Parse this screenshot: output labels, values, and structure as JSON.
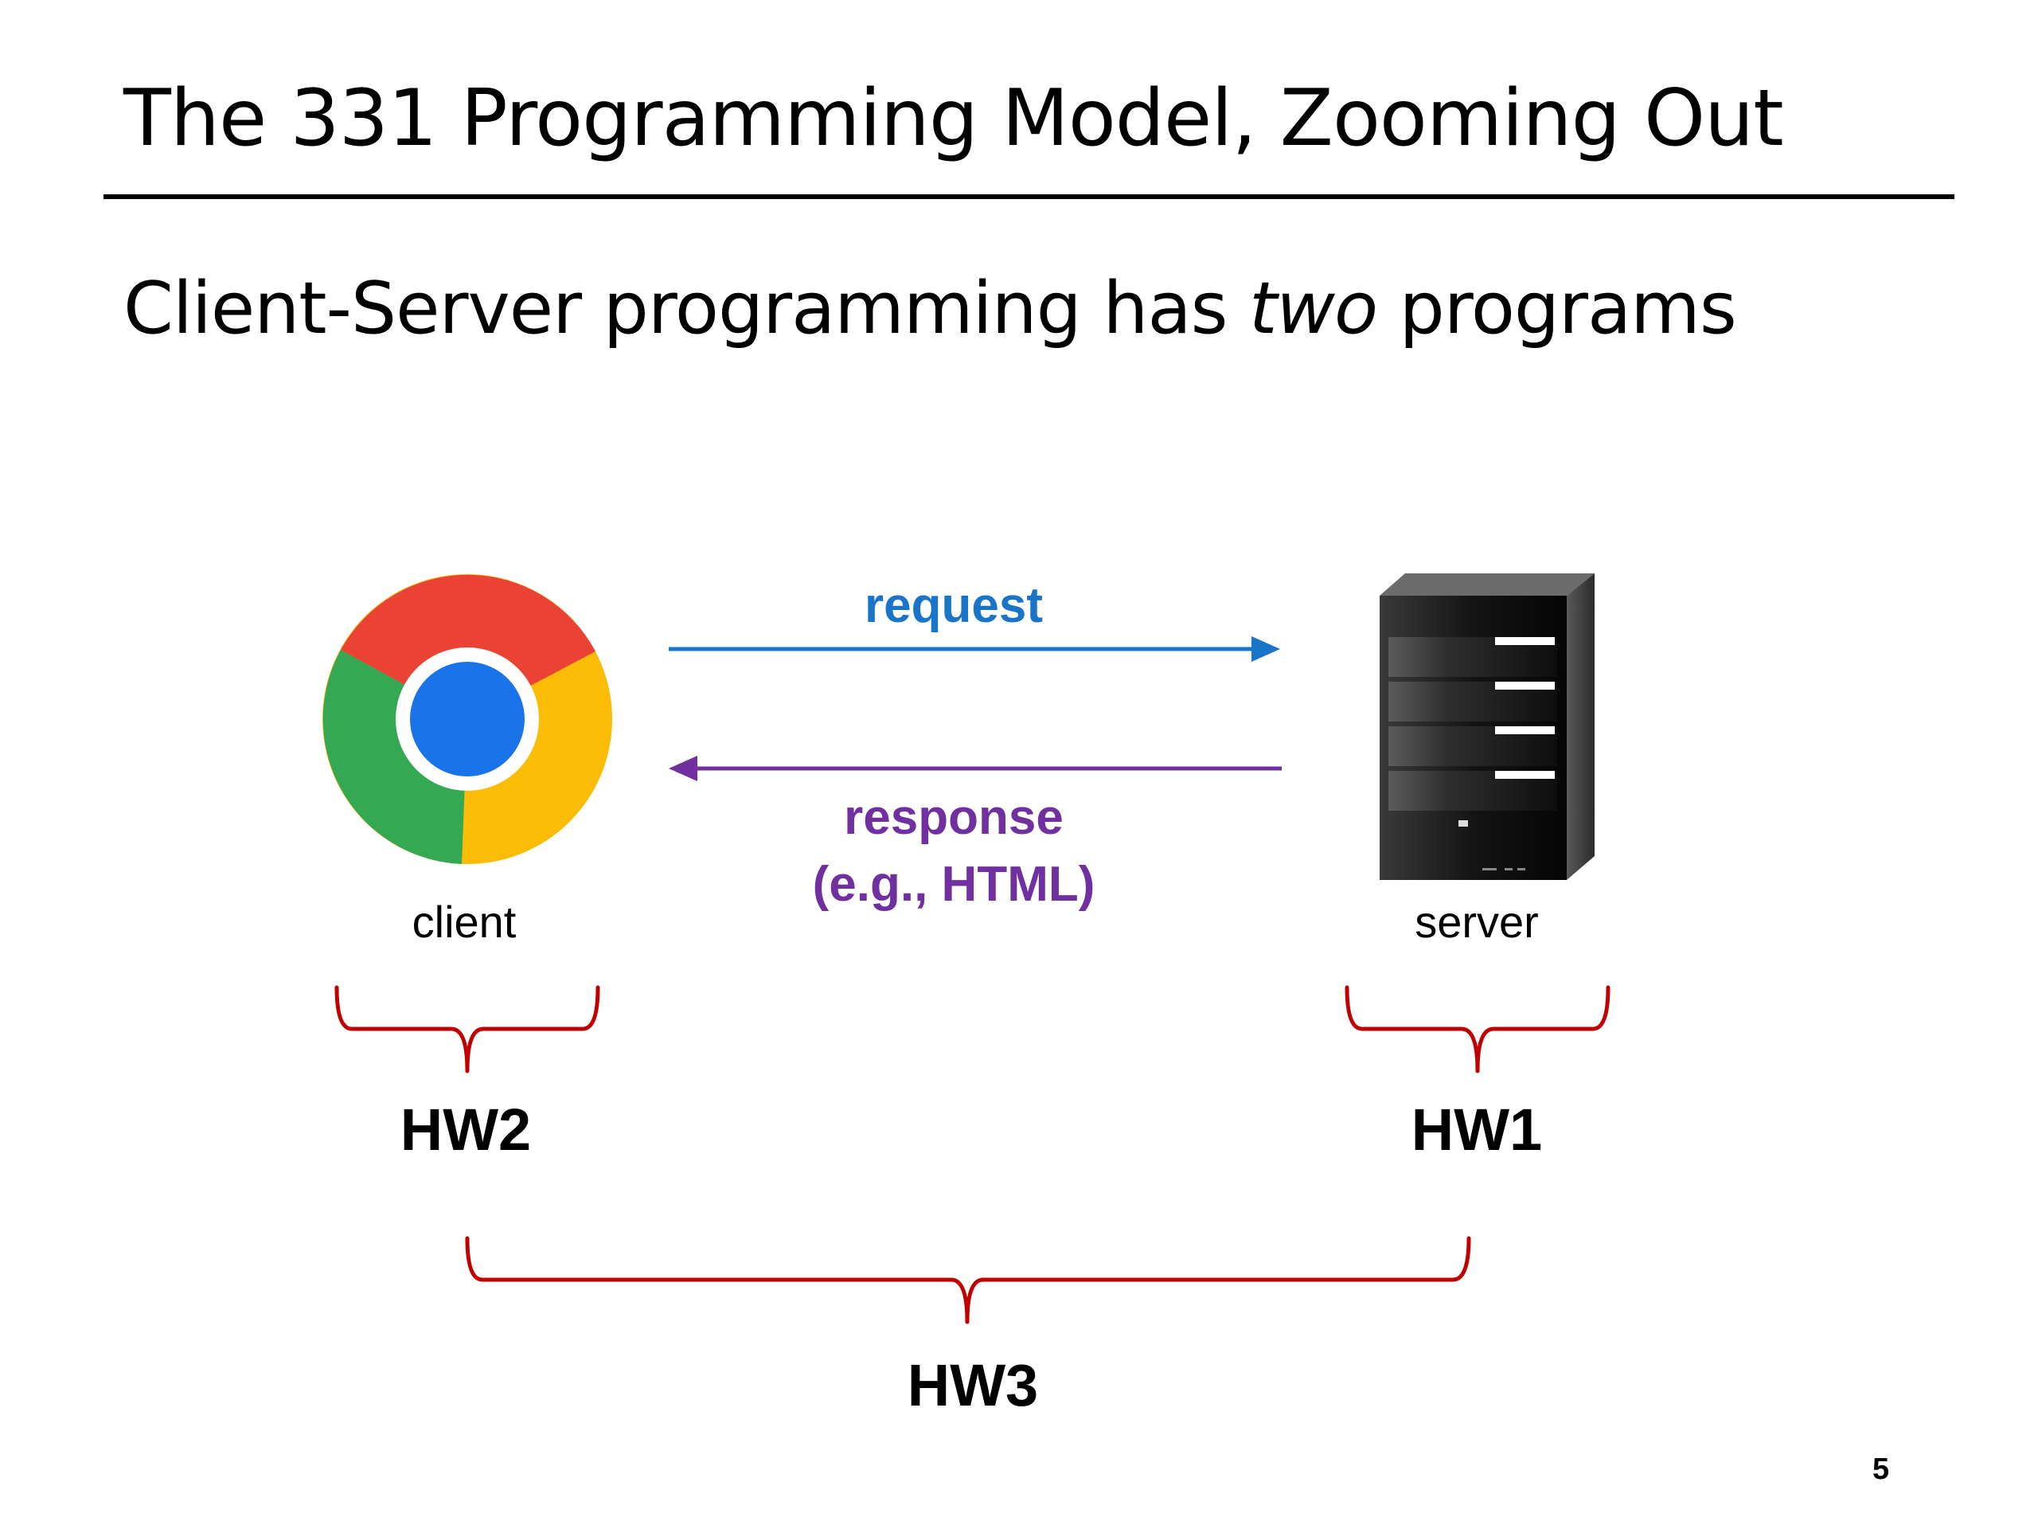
{
  "slide": {
    "title": "The 331 Programming Model, Zooming Out",
    "headline_before": "Client-Server programming has ",
    "headline_emphasis": "two",
    "headline_after": " programs",
    "page_number": "5"
  },
  "diagram": {
    "client": {
      "label": "client",
      "icon": "chrome-browser-icon"
    },
    "server": {
      "label": "server",
      "icon": "server-tower-icon"
    },
    "request": {
      "label": "request",
      "color": "#1a74c8"
    },
    "response": {
      "label_line1": "response",
      "label_line2": "(e.g., HTML)",
      "color": "#7030a0"
    },
    "braces": {
      "color": "#c00000",
      "client": "HW2",
      "server": "HW1",
      "both": "HW3"
    }
  }
}
